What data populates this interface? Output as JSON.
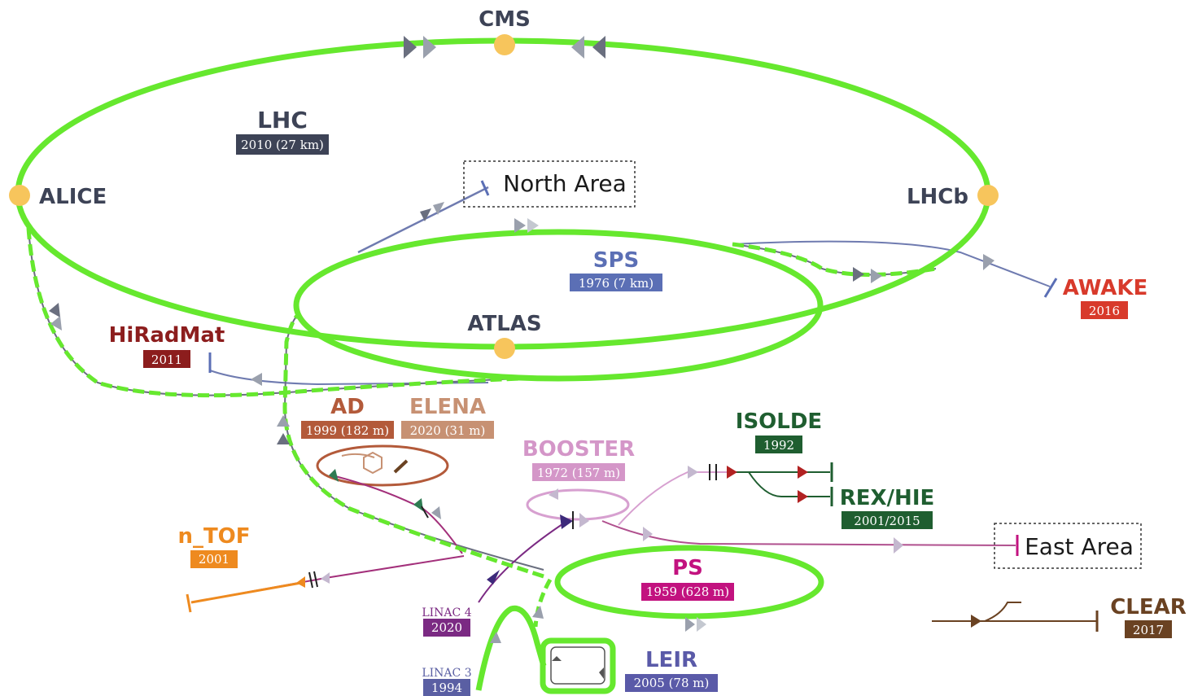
{
  "colors": {
    "ring": "#66e82e",
    "dark_slate": "#3d4356",
    "sps_blue": "#5b6fb5",
    "awake_red": "#d83a2b",
    "hiradmat_red": "#8c1d1d",
    "ad_rust": "#b35a3a",
    "elena_tan": "#c79173",
    "booster_pink": "#c77cbf",
    "isolde_green": "#1f5e30",
    "ps_magenta": "#c2127f",
    "ntof_orange": "#ee8a1f",
    "linac4_purple": "#7b2a83",
    "linac3_blue": "#5a5fa3",
    "clear_brown": "#6a4222",
    "leir_blue": "#5a5aa8",
    "gold": "#f7c55c"
  },
  "experiments": {
    "cms": "CMS",
    "alice": "ALICE",
    "lhcb": "LHCb",
    "atlas": "ATLAS"
  },
  "machines": {
    "lhc": {
      "name": "LHC",
      "year": "2010 (27 km)"
    },
    "sps": {
      "name": "SPS",
      "year": "1976 (7 km)"
    },
    "awake": {
      "name": "AWAKE",
      "year": "2016"
    },
    "hiradmat": {
      "name": "HiRadMat",
      "year": "2011"
    },
    "ad": {
      "name": "AD",
      "year": "1999 (182 m)"
    },
    "elena": {
      "name": "ELENA",
      "year": "2020 (31 m)"
    },
    "booster": {
      "name": "BOOSTER",
      "year": "1972 (157 m)"
    },
    "isolde": {
      "name": "ISOLDE",
      "year": "1992"
    },
    "rexhie": {
      "name": "REX/HIE",
      "year": "2001/2015"
    },
    "ps": {
      "name": "PS",
      "year": "1959 (628 m)"
    },
    "ntof": {
      "name": "n_TOF",
      "year": "2001"
    },
    "linac4": {
      "name": "LINAC 4",
      "year": "2020"
    },
    "linac3": {
      "name": "LINAC 3",
      "year": "1994"
    },
    "leir": {
      "name": "LEIR",
      "year": "2005 (78 m)"
    },
    "clear": {
      "name": "CLEAR",
      "year": "2017"
    }
  },
  "areas": {
    "north": "North Area",
    "east": "East Area"
  }
}
